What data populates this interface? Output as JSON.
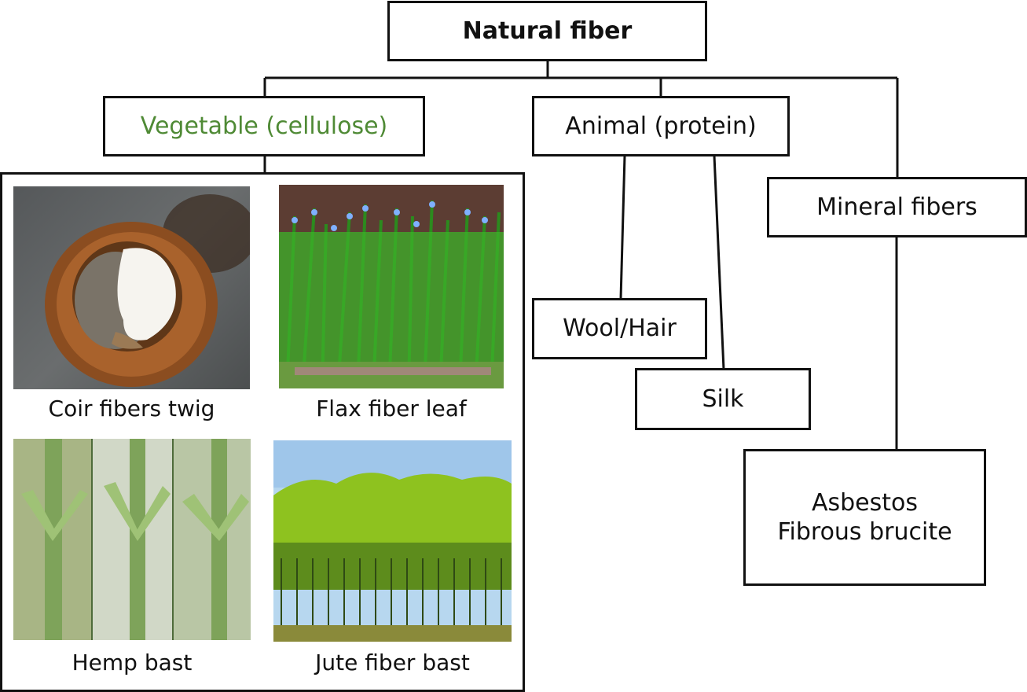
{
  "root": {
    "label": "Natural fiber"
  },
  "categories": {
    "vegetable": {
      "label": "Vegetable (cellulose)",
      "color": "#4f8a35"
    },
    "animal": {
      "label": "Animal (protein)"
    },
    "mineral": {
      "label": "Mineral fibers"
    }
  },
  "animal_children": [
    {
      "label": "Wool/Hair"
    },
    {
      "label": "Silk"
    }
  ],
  "mineral_children": {
    "line1": "Asbestos",
    "line2": "Fibrous brucite"
  },
  "vegetable_examples": [
    {
      "caption": "Coir fibers twig",
      "image": "coconut-husk-photo"
    },
    {
      "caption": "Flax fiber leaf",
      "image": "flax-plants-photo"
    },
    {
      "caption": "Hemp bast",
      "image": "hemp-stems-photo"
    },
    {
      "caption": "Jute fiber bast",
      "image": "jute-field-photo"
    }
  ]
}
